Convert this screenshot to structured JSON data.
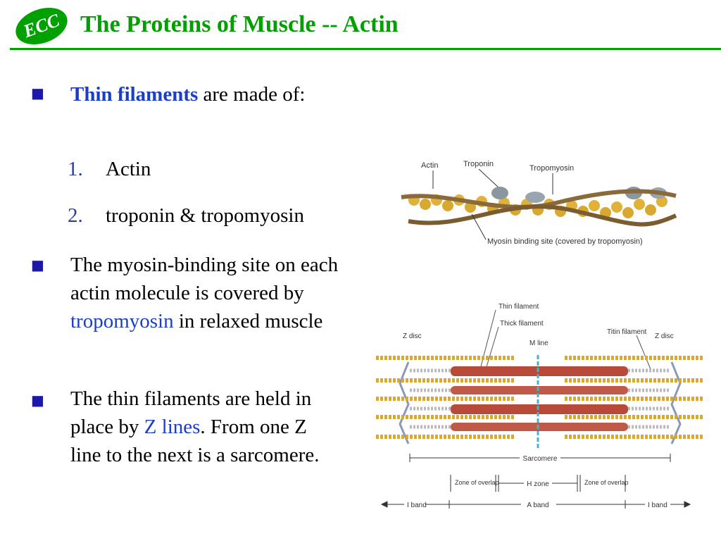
{
  "slide": {
    "title": "The Proteins of Muscle -- Actin",
    "logo_text": "ECC"
  },
  "bullets": [
    {
      "parts": [
        {
          "text": "Thin filaments",
          "style": "blue-bold"
        },
        {
          "text": " are made of:",
          "style": "normal"
        }
      ],
      "sub_items": [
        {
          "number": "1.",
          "text": "Actin"
        },
        {
          "number": "2.",
          "text": "troponin & tropomyosin"
        }
      ]
    },
    {
      "parts": [
        {
          "text": "The myosin-binding site on each actin molecule is covered by ",
          "style": "normal"
        },
        {
          "text": "tropomyosin",
          "style": "blue"
        },
        {
          "text": " in relaxed muscle",
          "style": "normal"
        }
      ]
    },
    {
      "parts": [
        {
          "text": "The thin filaments are held in place by ",
          "style": "normal"
        },
        {
          "text": "Z lines",
          "style": "blue"
        },
        {
          "text": ". From one Z line to the next is a sarcomere.",
          "style": "normal"
        }
      ]
    }
  ],
  "figure_actin": {
    "labels": {
      "actin": "Actin",
      "troponin": "Troponin",
      "tropomyosin": "Tropomyosin",
      "binding_site": "Myosin binding site (covered by tropomyosin)"
    }
  },
  "figure_sarcomere": {
    "labels": {
      "thin_filament": "Thin filament",
      "thick_filament": "Thick filament",
      "z_disc_left": "Z disc",
      "m_line": "M line",
      "titin_filament": "Titin filament",
      "z_disc_right": "Z disc",
      "sarcomere": "Sarcomere",
      "zone_overlap_left": "Zone of overlap",
      "h_zone": "H zone",
      "zone_overlap_right": "Zone of overlap",
      "i_band_left": "I band",
      "a_band": "A band",
      "i_band_right": "I band"
    }
  },
  "colors": {
    "title_green": "#00a000",
    "accent_blue": "#1a3ec6",
    "actin_bead": "#e0b23a",
    "tropomyosin": "#8a6a3a",
    "troponin": "#8a96a0",
    "thick_filament": "#b84a3a"
  }
}
